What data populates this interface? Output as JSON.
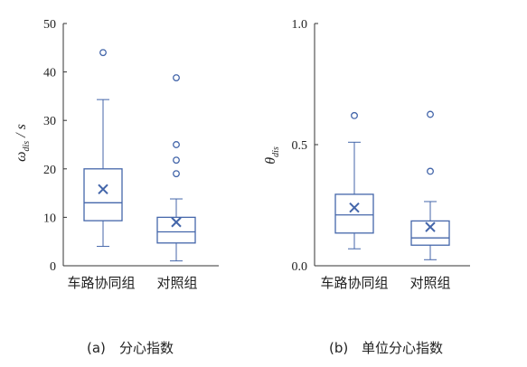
{
  "chart_data": [
    {
      "type": "box",
      "ylabel": "ω",
      "ylabel_sub": "dis",
      "ylabel_unit": " / s",
      "ylim": [
        0,
        50
      ],
      "yticks": [
        "0",
        "10",
        "20",
        "30",
        "40",
        "50"
      ],
      "categories": [
        "车路协同组",
        "对照组"
      ],
      "boxes": [
        {
          "category": "车路协同组",
          "min": 4.0,
          "q1": 9.3,
          "median": 13.0,
          "q3": 20.0,
          "max": 34.3,
          "mean": 15.8,
          "outliers": [
            44.0
          ]
        },
        {
          "category": "对照组",
          "min": 1.0,
          "q1": 4.7,
          "median": 7.0,
          "q3": 10.0,
          "max": 13.8,
          "mean": 9.0,
          "outliers": [
            19.0,
            21.8,
            25.0,
            38.8
          ]
        }
      ],
      "caption_index": "(a)",
      "caption_text": "分心指数"
    },
    {
      "type": "box",
      "ylabel": "θ",
      "ylabel_sub": "dis",
      "ylabel_unit": "",
      "ylim": [
        0,
        1.0
      ],
      "yticks": [
        "0.0",
        "0.5",
        "1.0"
      ],
      "categories": [
        "车路协同组",
        "对照组"
      ],
      "boxes": [
        {
          "category": "车路协同组",
          "min": 0.07,
          "q1": 0.135,
          "median": 0.21,
          "q3": 0.295,
          "max": 0.51,
          "mean": 0.24,
          "outliers": [
            0.62
          ]
        },
        {
          "category": "对照组",
          "min": 0.025,
          "q1": 0.085,
          "median": 0.115,
          "q3": 0.185,
          "max": 0.265,
          "mean": 0.16,
          "outliers": [
            0.39,
            0.625
          ]
        }
      ],
      "caption_index": "(b)",
      "caption_text": "单位分心指数"
    }
  ],
  "colors": {
    "box": "#4466aa",
    "axis": "#333333"
  }
}
